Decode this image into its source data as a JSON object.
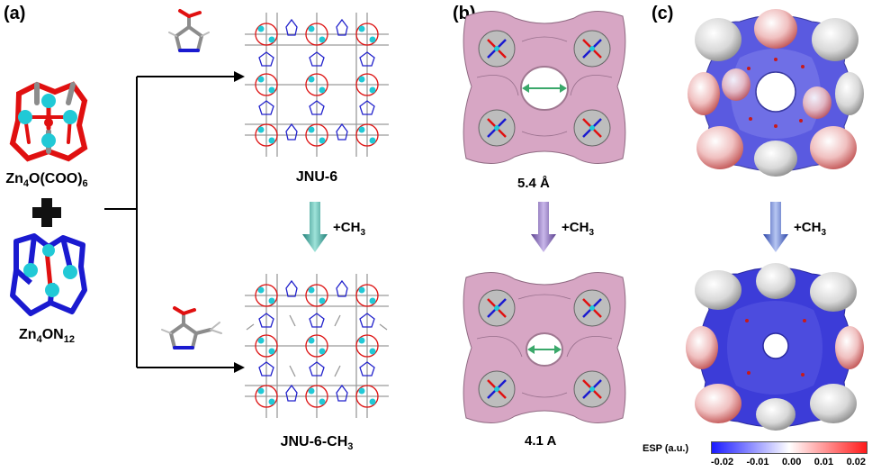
{
  "panels": {
    "a": "(a)",
    "b": "(b)",
    "c": "(c)"
  },
  "labels": {
    "cluster_top_pre": "Zn",
    "cluster_top_sub1": "4",
    "cluster_top_mid": "O(COO)",
    "cluster_top_sub2": "6",
    "cluster_bottom_pre": "Zn",
    "cluster_bottom_sub1": "4",
    "cluster_bottom_mid": "ON",
    "cluster_bottom_sub2": "12",
    "framework_top": "JNU-6",
    "framework_bottom": "JNU-6-CH",
    "framework_bottom_sub": "3",
    "methyl_a": "+CH",
    "methyl_b": "+CH",
    "methyl_c": "+CH",
    "methyl_sub": "3",
    "pore_top": "5.4 Å",
    "pore_bottom": "4.1 A"
  },
  "esp_scale": {
    "title": "ESP (a.u.)",
    "ticks": [
      "-0.02",
      "-0.01",
      "0.00",
      "0.01",
      "0.02"
    ],
    "colors": [
      "#1a1aff",
      "#ffffff",
      "#ff1a1a"
    ]
  },
  "colors": {
    "zinc": "#21c9d6",
    "oxygen": "#e01010",
    "carbon": "#8c8c8c",
    "nitrogen": "#1a1ad0",
    "surface_pink": "#d7a6c4",
    "arrow_teal": "#2aa39a",
    "arrow_purple": "#7a5ab0",
    "arrow_blue": "#4060c8"
  }
}
